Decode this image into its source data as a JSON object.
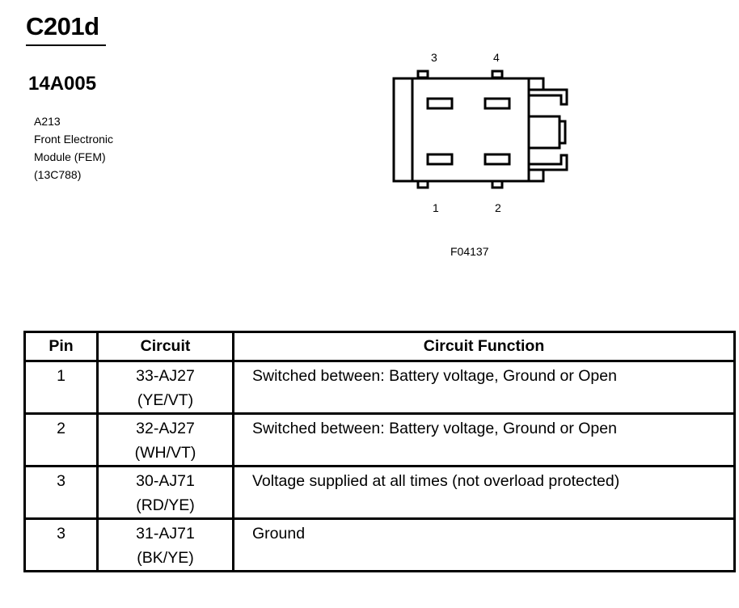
{
  "header": {
    "connector_id": "C201d",
    "part_number": "14A005",
    "description_lines": [
      "A213",
      "Front Electronic",
      "Module (FEM)",
      "(13C788)"
    ]
  },
  "diagram": {
    "pin_labels": {
      "top_left": "3",
      "top_right": "4",
      "bottom_left": "1",
      "bottom_right": "2"
    },
    "figure_id": "F04137"
  },
  "table": {
    "headers": [
      "Pin",
      "Circuit",
      "Circuit Function"
    ],
    "rows": [
      {
        "pin": "1",
        "circuit": "33-AJ27",
        "color": "(YE/VT)",
        "function": "Switched between: Battery voltage, Ground or Open"
      },
      {
        "pin": "2",
        "circuit": "32-AJ27",
        "color": "(WH/VT)",
        "function": "Switched between: Battery voltage, Ground or Open"
      },
      {
        "pin": "3",
        "circuit": "30-AJ71",
        "color": "(RD/YE)",
        "function": "Voltage supplied at all times (not overload protected)"
      },
      {
        "pin": "3",
        "circuit": "31-AJ71",
        "color": "(BK/YE)",
        "function": "Ground"
      }
    ]
  }
}
